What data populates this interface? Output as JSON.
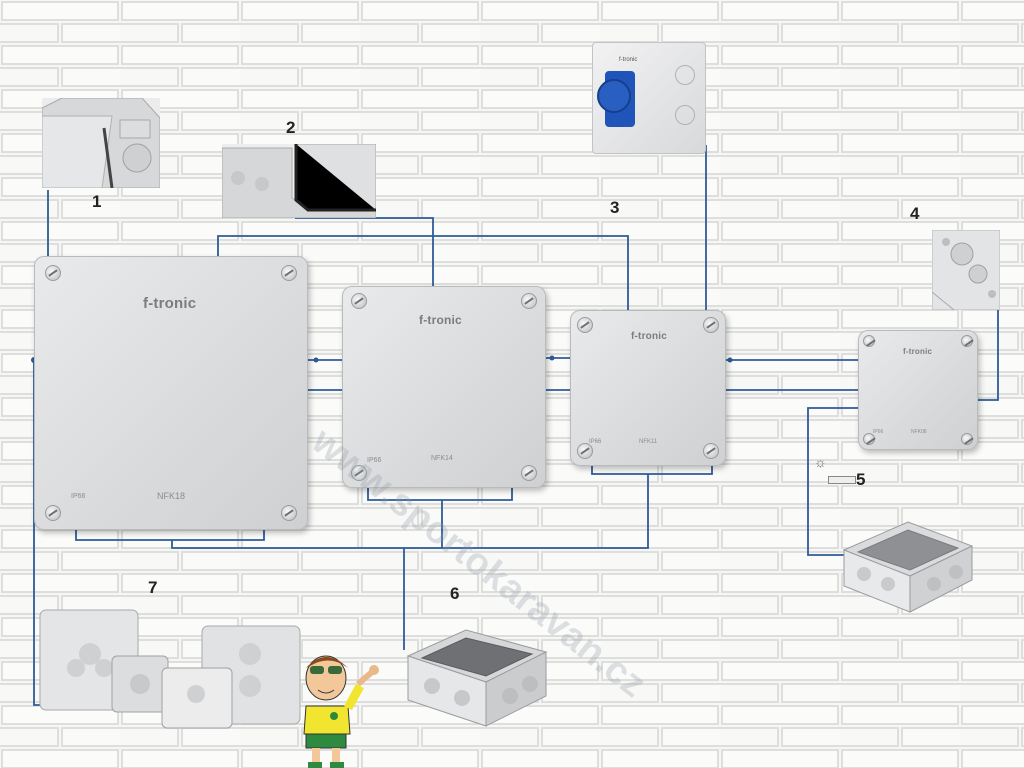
{
  "boxes": {
    "nfk18": {
      "brand": "f-tronic",
      "rating": "IP66",
      "model": "NFK18"
    },
    "nfk14": {
      "brand": "f-tronic",
      "rating": "IP66",
      "model": "NFK14"
    },
    "nfk11": {
      "brand": "f-tronic",
      "rating": "IP66",
      "model": "NFK11"
    },
    "nfk08": {
      "brand": "f-tronic",
      "rating": "IP66",
      "model": "NFK08"
    }
  },
  "socket_label": "f-tronic",
  "callouts": [
    "1",
    "2",
    "3",
    "4",
    "5",
    "6",
    "7"
  ],
  "watermark": "www.sportokaravan.cz",
  "colors": {
    "wire": "#2f5b9a",
    "box": "#dcdddf",
    "socket": "#1f55b8"
  }
}
